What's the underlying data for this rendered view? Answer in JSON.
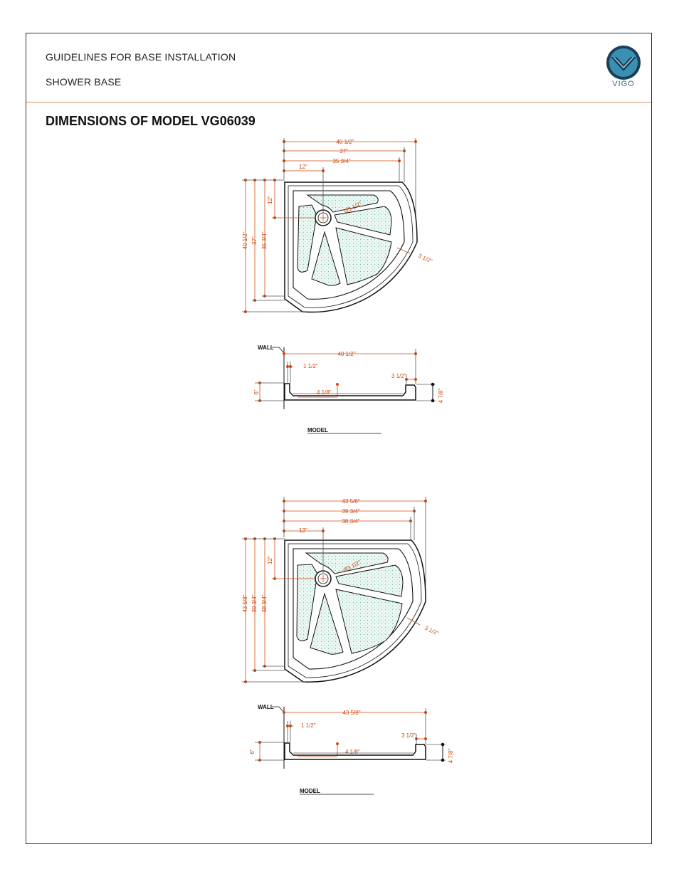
{
  "header": {
    "line1": "GUIDELINES FOR BASE INSTALLATION",
    "line2": "SHOWER BASE"
  },
  "logo": {
    "text": "VIGO",
    "icon": "vigo-v-logo-icon",
    "color": "#2c6e8a"
  },
  "title": "DIMENSIONS OF MODEL VG06039",
  "colors": {
    "dimension": "#d04a10",
    "outline": "#111111",
    "texture": "#6fbfa8"
  },
  "drawing1": {
    "top": {
      "w1": "40 1/2\"",
      "w2": "37\"",
      "w3": "35 3/4\"",
      "w4": "12\"",
      "h1": "40 1/2\"",
      "h2": "37\"",
      "h3": "35 3/4\"",
      "h4": "12\"",
      "drain": "Ø3 1/2\"",
      "rim": "3 1/2\""
    },
    "side": {
      "wall": "WALL",
      "width": "40 1/2\"",
      "left": "1 1/2\"",
      "right": "3 1/2\"",
      "height": "6\"",
      "inner": "4 1/8\"",
      "depth": "4 7/8\""
    },
    "model": "MODEL"
  },
  "drawing2": {
    "top": {
      "w1": "43 5/8\"",
      "w2": "39 3/4\"",
      "w3": "38 3/4\"",
      "w4": "12\"",
      "h1": "43 5/8\"",
      "h2": "39 3/4\"",
      "h3": "38 3/4\"",
      "h4": "12\"",
      "drain": "Ø3 1/2\"",
      "rim": "3 1/2\""
    },
    "side": {
      "wall": "WALL",
      "width": "43 5/8\"",
      "left": "1 1/2\"",
      "right": "3 1/2\"",
      "height": "6\"",
      "inner": "4 1/8\"",
      "depth": "4 7/8\""
    },
    "model": "MODEL"
  }
}
